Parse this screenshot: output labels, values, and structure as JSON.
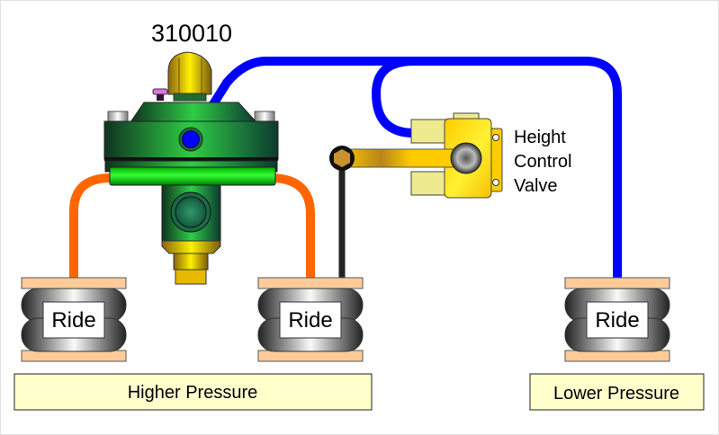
{
  "diagram": {
    "part_number": "310010",
    "valve_label_lines": [
      "Height",
      "Control",
      "Valve"
    ],
    "air_springs": [
      {
        "label": "Ride",
        "line": "orange"
      },
      {
        "label": "Ride",
        "line": "orange"
      },
      {
        "label": "Ride",
        "line": "blue"
      }
    ],
    "pressure_labels": {
      "higher": "Higher Pressure",
      "lower": "Lower Pressure"
    },
    "colors": {
      "high_pressure_line": "#ff6600",
      "low_pressure_line": "#0000ff",
      "linkage_rod": "#333333",
      "pressure_box_fill": "#ffffcc",
      "spring_plate": "#ffcc99",
      "regulator_green": "#2ecc40",
      "brass": "#e6c200",
      "valve_yellow": "#ffcc00"
    }
  }
}
